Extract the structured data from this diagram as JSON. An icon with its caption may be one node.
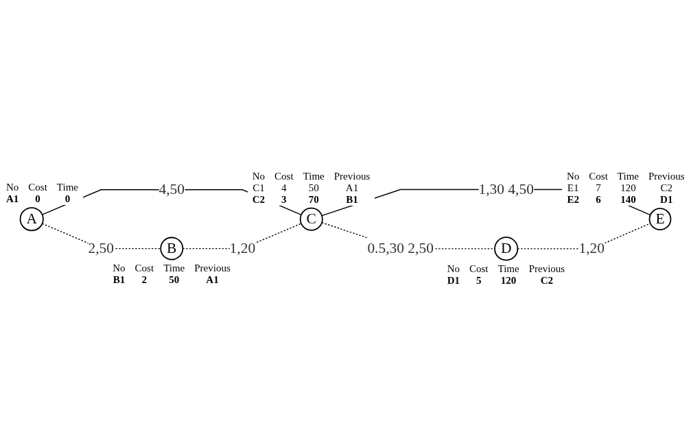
{
  "diagram": {
    "nodes": [
      {
        "text": [
          "A"
        ],
        "beside": [
          "No Cost Time",
          "A1 0 0"
        ]
      },
      {
        "text": [
          "B"
        ],
        "beside": [
          "No Cost Time Previous",
          "B1 2 50 A1"
        ]
      },
      {
        "text": [
          "C"
        ],
        "beside": [
          "No Cost Time Previous",
          "C1 4 50 A1",
          "C2 3 70 B1"
        ]
      },
      {
        "text": [
          "D"
        ],
        "beside": [
          "No Cost Time Previous",
          "D1 5 120 C2"
        ]
      },
      {
        "text": [
          "E"
        ],
        "beside": [
          "No Cost Time Previous",
          "E1 7 120 C2",
          "E2 6 140 D1"
        ]
      }
    ],
    "edges": [
      {
        "from": 0,
        "to": 2,
        "arrow": "none",
        "label": "4,50"
      },
      {
        "from": 0,
        "to": 1,
        "arrow": "none",
        "label": "2,50",
        "style": "dashed"
      },
      {
        "from": 1,
        "to": 2,
        "arrow": "none",
        "label": "1,20",
        "style": "dashed"
      },
      {
        "from": 2,
        "to": 4,
        "arrow": "none",
        "label": "1,30 4,50"
      },
      {
        "from": 2,
        "to": 3,
        "arrow": "none",
        "label": "0.5,30 2,50",
        "style": "dashed"
      },
      {
        "from": 3,
        "to": 4,
        "arrow": "none",
        "label": "1,20",
        "style": "dashed"
      }
    ]
  }
}
